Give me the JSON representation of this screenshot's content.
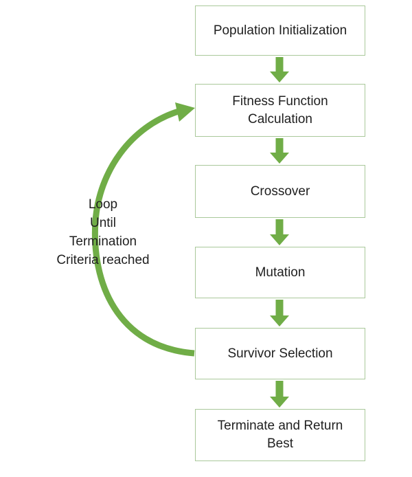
{
  "diagram": {
    "type": "flowchart",
    "boxes": [
      {
        "label": "Population Initialization"
      },
      {
        "label": "Fitness Function Calculation"
      },
      {
        "label": "Crossover"
      },
      {
        "label": "Mutation"
      },
      {
        "label": "Survivor Selection"
      },
      {
        "label": "Terminate and Return Best"
      }
    ],
    "loop_label": "Loop\nUntil\nTermination\nCriteria reached",
    "loop_from": "Survivor Selection",
    "loop_to": "Fitness Function Calculation"
  },
  "colors": {
    "arrow_green": "#70AD47",
    "box_border": "#A9C89A",
    "box_fill": "#FFFFFF",
    "text": "#1F1F1F"
  }
}
